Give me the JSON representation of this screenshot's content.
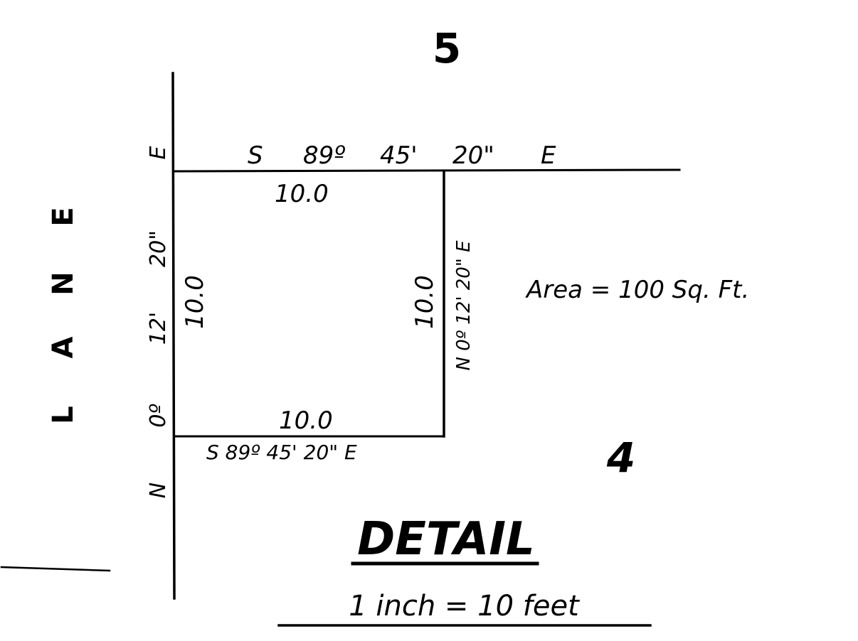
{
  "lot_numbers": {
    "top": "5",
    "right": "4"
  },
  "street": {
    "name_letters": [
      "L",
      "A",
      "N",
      "E"
    ]
  },
  "bearings": {
    "top_line": {
      "label": "S 89º 45' 20\" E",
      "parts": [
        "S",
        "89º",
        "45'",
        "20\"",
        "E"
      ]
    },
    "bottom_line": "S 89º 45' 20\" E",
    "left_line": "N 0º 12' 20\" E",
    "left_line_parts": [
      "N",
      "0º",
      "12'",
      "20\"",
      "E"
    ],
    "right_line": "N 0º 12' 20\" E"
  },
  "distances": {
    "top": "10.0",
    "bottom": "10.0",
    "left": "10.0",
    "right": "10.0"
  },
  "area_note": "Area = 100 Sq. Ft.",
  "detail_title": "DETAIL",
  "scale_note": "1 inch = 10 feet",
  "colors": {
    "ink": "#000000",
    "paper": "#ffffff"
  }
}
